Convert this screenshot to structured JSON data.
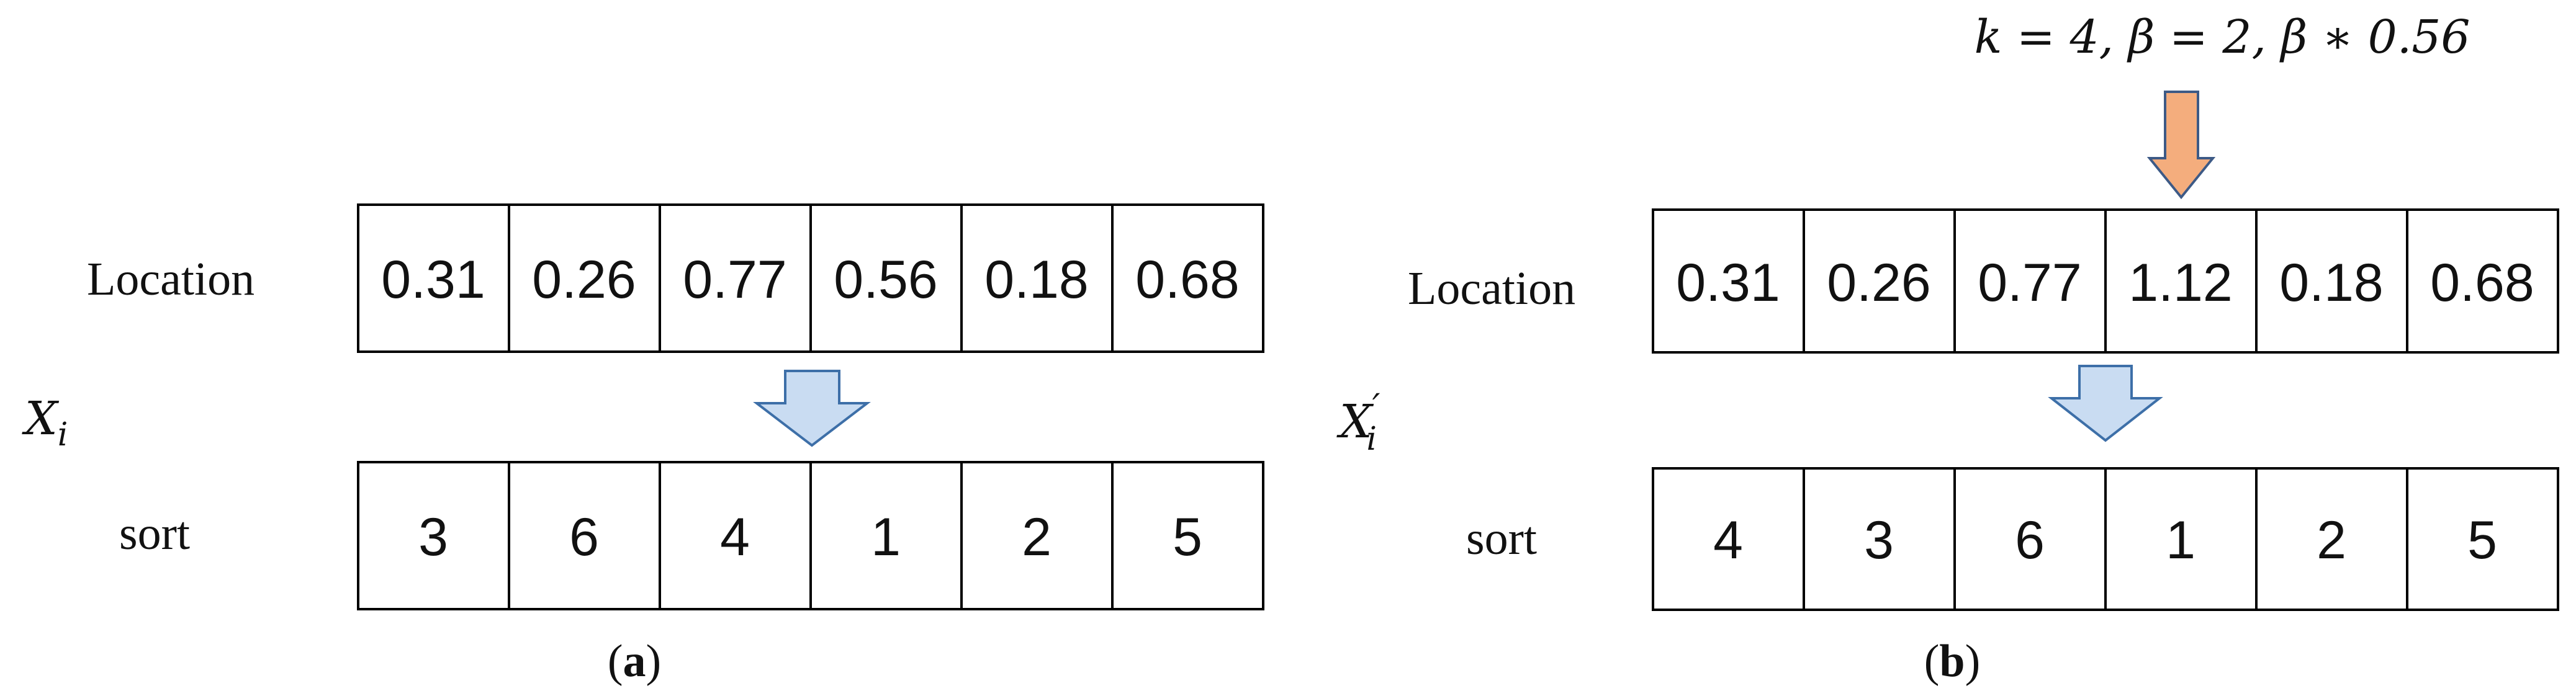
{
  "panels": {
    "a": {
      "location_label": "Location",
      "variable": {
        "base": "X",
        "sub": "i",
        "prime": ""
      },
      "sort_label": "sort",
      "location_values": [
        "0.31",
        "0.26",
        "0.77",
        "0.56",
        "0.18",
        "0.68"
      ],
      "sort_values": [
        "3",
        "6",
        "4",
        "1",
        "2",
        "5"
      ],
      "caption": {
        "open": "(",
        "letter": "a",
        "close": ")"
      }
    },
    "b": {
      "location_label": "Location",
      "variable": {
        "base": "X",
        "sub": "i",
        "prime": "′"
      },
      "sort_label": "sort",
      "location_values": [
        "0.31",
        "0.26",
        "0.77",
        "1.12",
        "0.18",
        "0.68"
      ],
      "sort_values": [
        "4",
        "3",
        "6",
        "1",
        "2",
        "5"
      ],
      "caption": {
        "open": "(",
        "letter": "b",
        "close": ")"
      },
      "formula": "k = 4,   β = 2, β ∗ 0.56"
    }
  },
  "colors": {
    "down_arrow_fill": "#c9dcf2",
    "down_arrow_stroke": "#3d6fa8",
    "highlight_arrow_fill": "#f4ad7d",
    "highlight_arrow_stroke": "#3d5a86",
    "cell_border": "#000000"
  },
  "icons": {
    "panel_arrow": "down-arrow-icon",
    "highlight_arrow": "orange-down-arrow-icon"
  }
}
